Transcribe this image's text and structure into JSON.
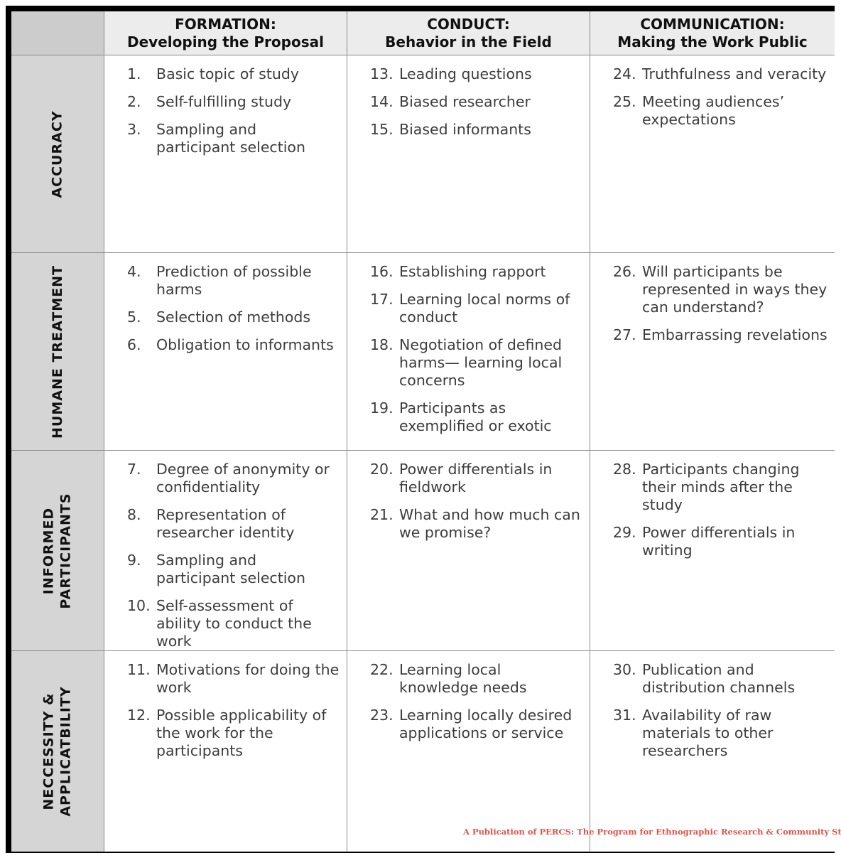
{
  "columns": [
    {
      "title": "FORMATION:",
      "subtitle": "Developing the Proposal"
    },
    {
      "title": "CONDUCT:",
      "subtitle": "Behavior in the Field"
    },
    {
      "title": "COMMUNICATION:",
      "subtitle": "Making the Work Public"
    }
  ],
  "rows": [
    {
      "label": [
        "ACCURACY"
      ],
      "cells": [
        [
          {
            "n": "1.",
            "t": "Basic topic of study"
          },
          {
            "n": "2.",
            "t": "Self-fulfilling study"
          },
          {
            "n": "3.",
            "t": "Sampling and participant selection"
          }
        ],
        [
          {
            "n": "13.",
            "t": "Leading questions"
          },
          {
            "n": "14.",
            "t": "Biased researcher"
          },
          {
            "n": "15.",
            "t": "Biased informants"
          }
        ],
        [
          {
            "n": "24.",
            "t": "Truthfulness and veracity"
          },
          {
            "n": "25.",
            "t": "Meeting audiences’ expectations"
          }
        ]
      ]
    },
    {
      "label": [
        "HUMANE TREATMENT"
      ],
      "cells": [
        [
          {
            "n": "4.",
            "t": "Prediction of possible harms"
          },
          {
            "n": "5.",
            "t": "Selection of methods"
          },
          {
            "n": "6.",
            "t": "Obligation to informants"
          }
        ],
        [
          {
            "n": "16.",
            "t": "Establishing rapport"
          },
          {
            "n": "17.",
            "t": "Learning local norms of conduct"
          },
          {
            "n": "18.",
            "t": "Negotiation of defined harms— learning local concerns"
          },
          {
            "n": "19.",
            "t": "Participants as exemplified or exotic"
          }
        ],
        [
          {
            "n": "26.",
            "t": "Will participants be represented in ways they can understand?"
          },
          {
            "n": "27.",
            "t": "Embarrassing revelations"
          }
        ]
      ]
    },
    {
      "label": [
        "INFORMED",
        "PARTICIPANTS"
      ],
      "cells": [
        [
          {
            "n": "7.",
            "t": "Degree of anonymity or confidentiality"
          },
          {
            "n": "8.",
            "t": "Representation of researcher identity"
          },
          {
            "n": "9.",
            "t": "Sampling and participant selection"
          },
          {
            "n": "10.",
            "t": "Self-assessment of ability to conduct the work"
          }
        ],
        [
          {
            "n": "20.",
            "t": "Power differentials in fieldwork"
          },
          {
            "n": "21.",
            "t": "What and how much can we promise?"
          }
        ],
        [
          {
            "n": "28.",
            "t": "Participants changing their minds after the study"
          },
          {
            "n": "29.",
            "t": "Power differentials in writing"
          }
        ]
      ]
    },
    {
      "label": [
        "NECCESSITY &",
        "APPLICATBILITY"
      ],
      "cells": [
        [
          {
            "n": "11.",
            "t": "Motivations for doing the work"
          },
          {
            "n": "12.",
            "t": "Possible applicability of the work for the participants"
          }
        ],
        [
          {
            "n": "22.",
            "t": "Learning local knowledge needs"
          },
          {
            "n": "23.",
            "t": "Learning locally desired applications or service"
          }
        ],
        [
          {
            "n": "30.",
            "t": "Publication and distribution channels"
          },
          {
            "n": "31.",
            "t": "Availability of raw materials to other researchers"
          }
        ]
      ]
    }
  ],
  "credit": "A Publication of PERCS: The Program for Ethnographic Research & Community Studies"
}
